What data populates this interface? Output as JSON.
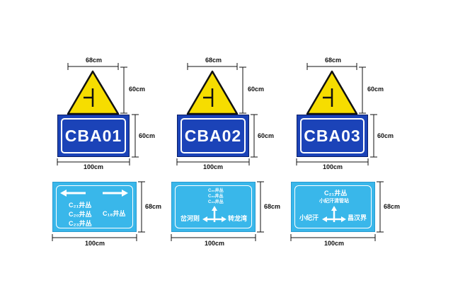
{
  "signs": [
    {
      "triangle": {
        "width": "68cm",
        "height": "60cm",
        "icon": "t-junction-icon"
      },
      "plate": {
        "code": "CBA01",
        "width": "100cm",
        "height": "60cm"
      }
    },
    {
      "triangle": {
        "width": "68cm",
        "height": "60cm",
        "icon": "t-junction-icon"
      },
      "plate": {
        "code": "CBA02",
        "width": "100cm",
        "height": "60cm"
      }
    },
    {
      "triangle": {
        "width": "68cm",
        "height": "60cm",
        "icon": "t-junction-icon"
      },
      "plate": {
        "code": "CBA03",
        "width": "100cm",
        "height": "60cm"
      }
    }
  ],
  "panels": [
    {
      "width": "100cm",
      "height": "68cm",
      "arrows": [
        "arrow-left-icon",
        "arrow-right-icon"
      ],
      "left_labels": [
        "C₂₁井丛",
        "C₂₀井丛",
        "C₂₃井丛"
      ],
      "right_label": "C₁₈井丛"
    },
    {
      "width": "100cm",
      "height": "68cm",
      "top_labels": [
        "C₂₀井丛",
        "C₂₁井丛",
        "C₂₃井丛"
      ],
      "left_label": "岔河则",
      "right_label": "转龙湾",
      "junction": "three-way-arrow-icon"
    },
    {
      "width": "100cm",
      "height": "68cm",
      "top_labels": [
        "C₂₁井丛",
        "小纪汗清管站"
      ],
      "left_label": "小纪汗",
      "right_label": "昌汉界",
      "junction": "three-way-arrow-icon"
    }
  ],
  "colors": {
    "triangle_fill": "#f6dd00",
    "plate_blue": "#1b43b8",
    "panel_cyan": "#39b7ea",
    "text_white": "#ffffff"
  }
}
